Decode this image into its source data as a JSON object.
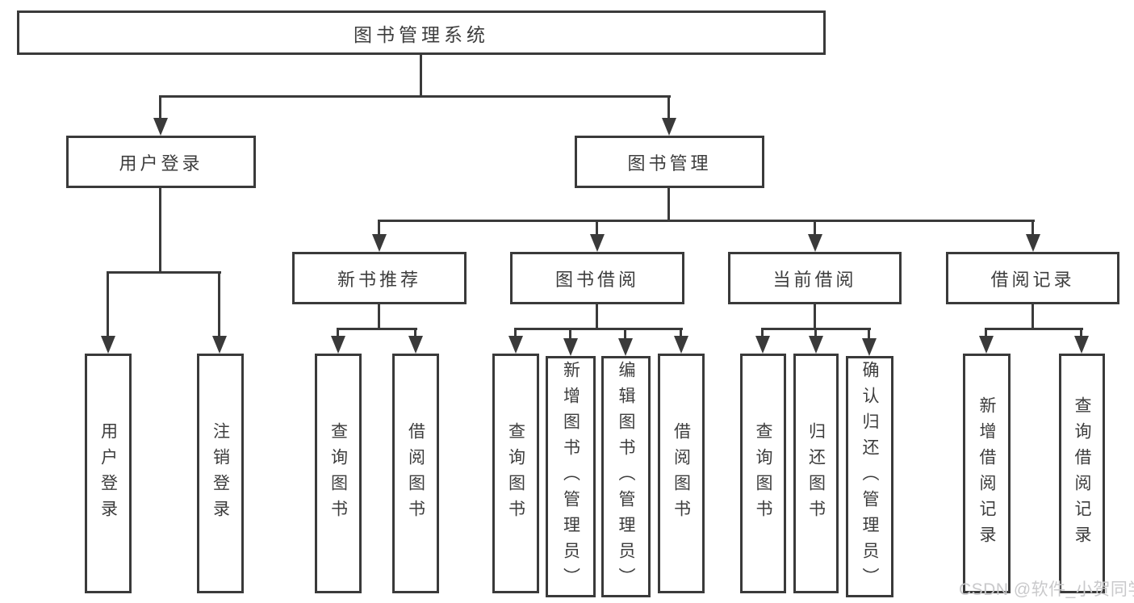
{
  "title": "图书管理系统",
  "watermark": "CSDN @软件_小贺同学",
  "colors": {
    "line": "#3a3a3a",
    "text": "#3d3d3d",
    "watermark": "#c9c9cb",
    "background": "#ffffff"
  },
  "tree": {
    "root": {
      "id": "root",
      "label": "图书管理系统",
      "children": [
        {
          "id": "user-login-group",
          "label": "用户登录",
          "children": [
            {
              "id": "user-login",
              "label": "用户登录"
            },
            {
              "id": "logout",
              "label": "注销登录"
            }
          ]
        },
        {
          "id": "book-mgmt",
          "label": "图书管理",
          "children": [
            {
              "id": "new-book-rec",
              "label": "新书推荐",
              "children": [
                {
                  "id": "nb-query",
                  "label": "查询图书"
                },
                {
                  "id": "nb-borrow",
                  "label": "借阅图书"
                }
              ]
            },
            {
              "id": "book-borrow",
              "label": "图书借阅",
              "children": [
                {
                  "id": "bb-query",
                  "label": "查询图书"
                },
                {
                  "id": "bb-add",
                  "label": "新增图书（管理员）"
                },
                {
                  "id": "bb-edit",
                  "label": "编辑图书（管理员）"
                },
                {
                  "id": "bb-borrow",
                  "label": "借阅图书"
                }
              ]
            },
            {
              "id": "current-borrow",
              "label": "当前借阅",
              "children": [
                {
                  "id": "cb-query",
                  "label": "查询图书"
                },
                {
                  "id": "cb-return",
                  "label": "归还图书"
                },
                {
                  "id": "cb-confirm",
                  "label": "确认归还（管理员）"
                }
              ]
            },
            {
              "id": "borrow-records",
              "label": "借阅记录",
              "children": [
                {
                  "id": "br-add",
                  "label": "新增借阅记录"
                },
                {
                  "id": "br-query",
                  "label": "查询借阅记录"
                }
              ]
            }
          ]
        }
      ]
    }
  }
}
